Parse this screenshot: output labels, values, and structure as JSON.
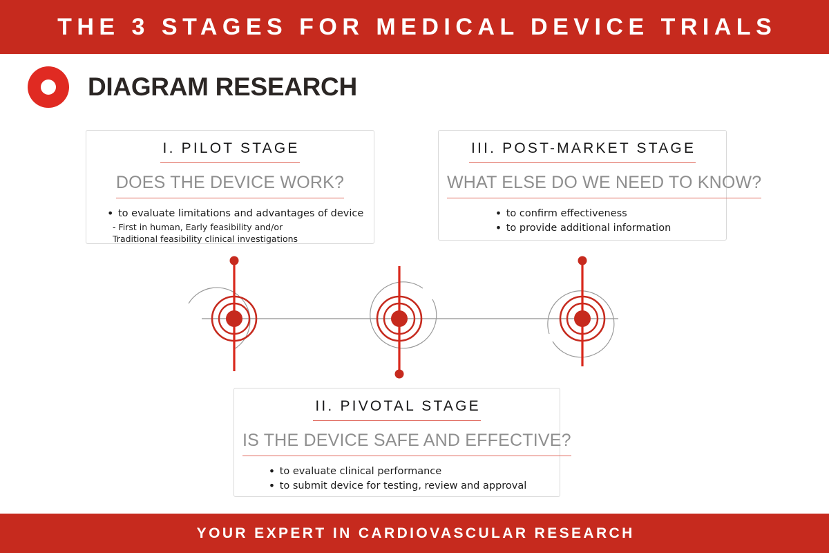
{
  "header": {
    "title": "THE 3 STAGES FOR MEDICAL DEVICE TRIALS",
    "background_color": "#c62a1e",
    "text_color": "#ffffff"
  },
  "brand": {
    "logo_icon": "ring-logo-icon",
    "name": "DIAGRAM RESEARCH",
    "logo_color": "#e02a22",
    "name_color": "#2b2624"
  },
  "footer": {
    "tagline": "YOUR EXPERT IN CARDIOVASCULAR RESEARCH",
    "background_color": "#c62a1e",
    "text_color": "#ffffff"
  },
  "theme": {
    "accent_red": "#c62a1e",
    "underline_red": "#e0685c",
    "subtitle_gray": "#8e8e8e",
    "card_border": "#d9d9d9",
    "connector_gray": "#909090"
  },
  "stages": [
    {
      "id": "pilot",
      "title": "I. PILOT STAGE",
      "subtitle": "DOES THE DEVICE WORK?",
      "bullets": [
        "to evaluate limitations and advantages of device"
      ],
      "subnotes": [
        "- First in human, Early feasibility and/or",
        "Traditional feasibility clinical investigations"
      ]
    },
    {
      "id": "pivotal",
      "title": "II. PIVOTAL STAGE",
      "subtitle": "IS THE DEVICE SAFE AND EFFECTIVE?",
      "bullets": [
        "to evaluate clinical performance",
        "to submit device for testing, review and approval"
      ],
      "subnotes": []
    },
    {
      "id": "postmarket",
      "title": "III. POST-MARKET STAGE",
      "subtitle": "WHAT ELSE DO WE NEED TO KNOW?",
      "bullets": [
        "to confirm effectiveness",
        "to provide additional information"
      ],
      "subnotes": []
    }
  ],
  "timeline": {
    "node_count": 3,
    "nodes": [
      {
        "label": "pilot-stage-marker",
        "stem_direction": "up"
      },
      {
        "label": "pivotal-stage-marker",
        "stem_direction": "down"
      },
      {
        "label": "post-market-stage-marker",
        "stem_direction": "up"
      }
    ]
  }
}
